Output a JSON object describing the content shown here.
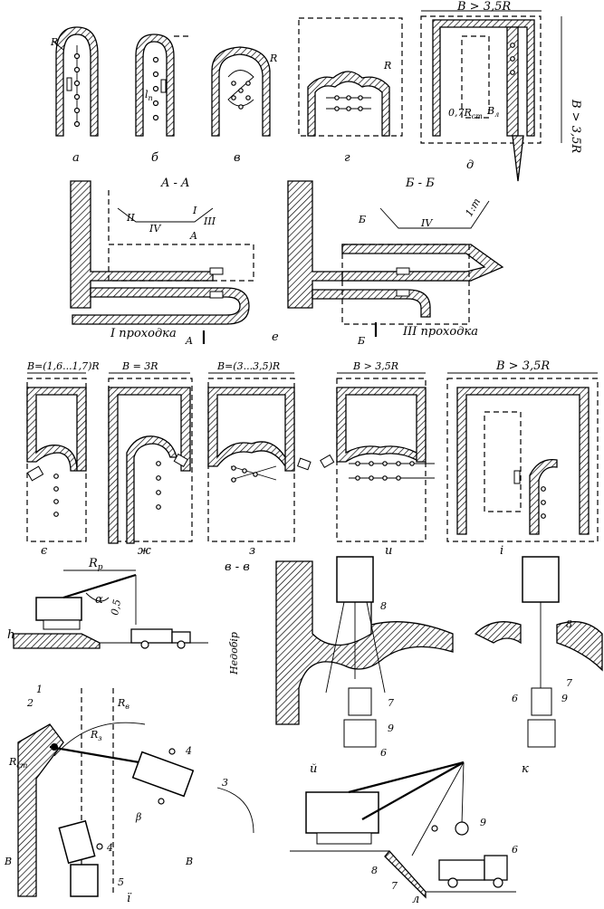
{
  "panels": {
    "a": "а",
    "b": "б",
    "v": "в",
    "g": "г",
    "d": "д",
    "e": "е",
    "ye": "є",
    "zh": "ж",
    "z": "з",
    "i": "и",
    "i_ukr": "і",
    "i_low": "ї",
    "y": "й",
    "k": "к",
    "l": "л"
  },
  "top_labels": {
    "d_width": "B > 3,5R",
    "d_height": "B > 3,5R",
    "d_inner": "0,7R",
    "d_inner_sub": "ст",
    "d_inner2": "B",
    "d_inner2_sub": "л",
    "R": "R",
    "ln": "l",
    "ln_sub": "п"
  },
  "section_e": {
    "aa": "A - A",
    "bb": "Б - Б",
    "A": "A",
    "B": "Б",
    "roman_1": "I",
    "roman_2": "II",
    "roman_3": "III",
    "roman_4": "IV",
    "pass_1": "I проходка",
    "pass_3": "III проходка",
    "slope": "1:m"
  },
  "middle_row": {
    "w_ye": "B=(1,6...1,7)R",
    "w_zh": "B = 3R",
    "w_z": "B=(3...3,5)R",
    "w_i": "B > 3,5R",
    "w_iukr": "B > 3,5R"
  },
  "lower": {
    "vv": "в - в",
    "Rp": "R",
    "Rp_sub": "р",
    "alpha": "α",
    "zero_five": "0,5",
    "h": "h",
    "nedobir": "Недобір",
    "n1": "1",
    "n2": "2",
    "n3": "3",
    "n4": "4",
    "n5": "5",
    "n6": "6",
    "n7": "7",
    "n8": "8",
    "n9": "9",
    "R3": "R",
    "R3_sub": "з",
    "Rv": "R",
    "Rv_sub": "в",
    "Rct": "R",
    "Rct_sub": "ст",
    "beta": "β",
    "B_mark": "B"
  }
}
